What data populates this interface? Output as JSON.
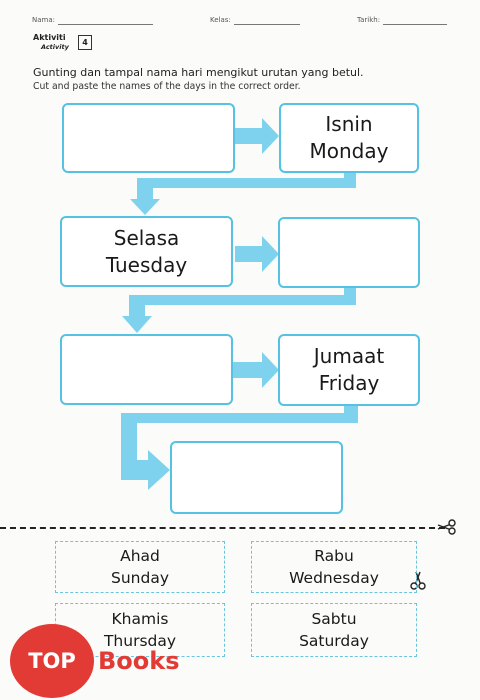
{
  "header": {
    "name_label": "Nama:",
    "class_label": "Kelas:",
    "date_label": "Tarikh:"
  },
  "activity": {
    "title": "Aktiviti",
    "subtitle": "Activity",
    "number": "4"
  },
  "instructions": {
    "malay": "Gunting dan tampal nama hari mengikut urutan yang betul.",
    "english": "Cut and paste the names of the days in the correct order."
  },
  "sequence_boxes": [
    {
      "ms": "",
      "en": ""
    },
    {
      "ms": "Isnin",
      "en": "Monday"
    },
    {
      "ms": "Selasa",
      "en": "Tuesday"
    },
    {
      "ms": "",
      "en": ""
    },
    {
      "ms": "",
      "en": ""
    },
    {
      "ms": "Jumaat",
      "en": "Friday"
    },
    {
      "ms": "",
      "en": ""
    }
  ],
  "cutouts": [
    {
      "ms": "Ahad",
      "en": "Sunday"
    },
    {
      "ms": "Rabu",
      "en": "Wednesday"
    },
    {
      "ms": "Khamis",
      "en": "Thursday"
    },
    {
      "ms": "Sabtu",
      "en": "Saturday"
    }
  ],
  "logo": {
    "badge": "TOP",
    "text": "Books"
  },
  "colors": {
    "box_border": "#55c1e3",
    "arrow": "#7fd2ee",
    "logo_red": "#e23b36"
  }
}
